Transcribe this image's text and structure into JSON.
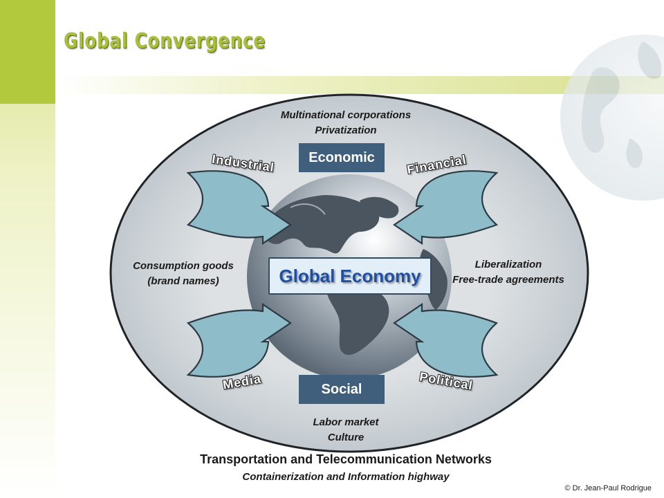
{
  "title": "Global Convergence",
  "center_label": "Global Economy",
  "boxes": {
    "top": "Economic",
    "bottom": "Social"
  },
  "arrows": {
    "top_left": "Industrial",
    "top_right": "Financial",
    "bottom_left": "Media",
    "bottom_right": "Political"
  },
  "notes": {
    "top_line1": "Multinational corporations",
    "top_line2": "Privatization",
    "left_line1": "Consumption goods",
    "left_line2": "(brand names)",
    "right_line1": "Liberalization",
    "right_line2": "Free-trade agreements",
    "bottom_line1": "Labor market",
    "bottom_line2": "Culture"
  },
  "footer": {
    "title": "Transportation and Telecommunication Networks",
    "subtitle": "Containerization and Information highway"
  },
  "copyright": "© Dr. Jean-Paul Rodrigue",
  "colors": {
    "accent_green": "#b3c93d",
    "box_blue": "#3f5f7d",
    "arrow_fill": "#8fbcc9",
    "center_text": "#1f4fa0"
  }
}
